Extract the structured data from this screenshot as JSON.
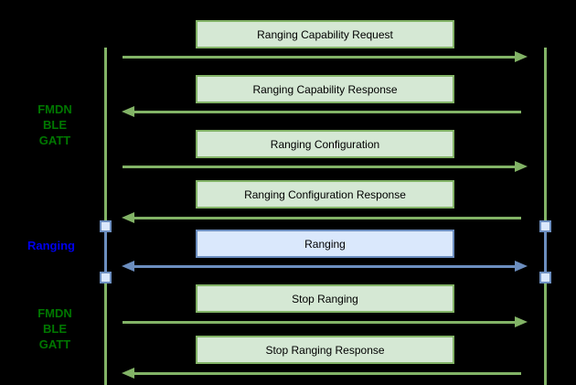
{
  "colors": {
    "background": "#000000",
    "green_fill": "#d5e8d4",
    "green_stroke": "#82b366",
    "blue_fill": "#dae8fc",
    "blue_stroke": "#6c8ebf",
    "label_green": "#007700",
    "label_blue": "#0000ee",
    "box_text": "#000000"
  },
  "side_labels": [
    {
      "text": "FMDN\nBLE\nGATT",
      "color": "green"
    },
    {
      "text": "Ranging",
      "color": "blue"
    },
    {
      "text": "FMDN\nBLE\nGATT",
      "color": "green"
    }
  ],
  "messages": [
    {
      "label": "Ranging Capability Request",
      "direction": "right",
      "theme": "green"
    },
    {
      "label": "Ranging Capability Response",
      "direction": "left",
      "theme": "green"
    },
    {
      "label": "Ranging Configuration",
      "direction": "right",
      "theme": "green"
    },
    {
      "label": "Ranging Configuration Response",
      "direction": "left",
      "theme": "green"
    },
    {
      "label": "Ranging",
      "direction": "both",
      "theme": "blue"
    },
    {
      "label": "Stop Ranging",
      "direction": "right",
      "theme": "green"
    },
    {
      "label": "Stop Ranging Response",
      "direction": "left",
      "theme": "green"
    }
  ]
}
